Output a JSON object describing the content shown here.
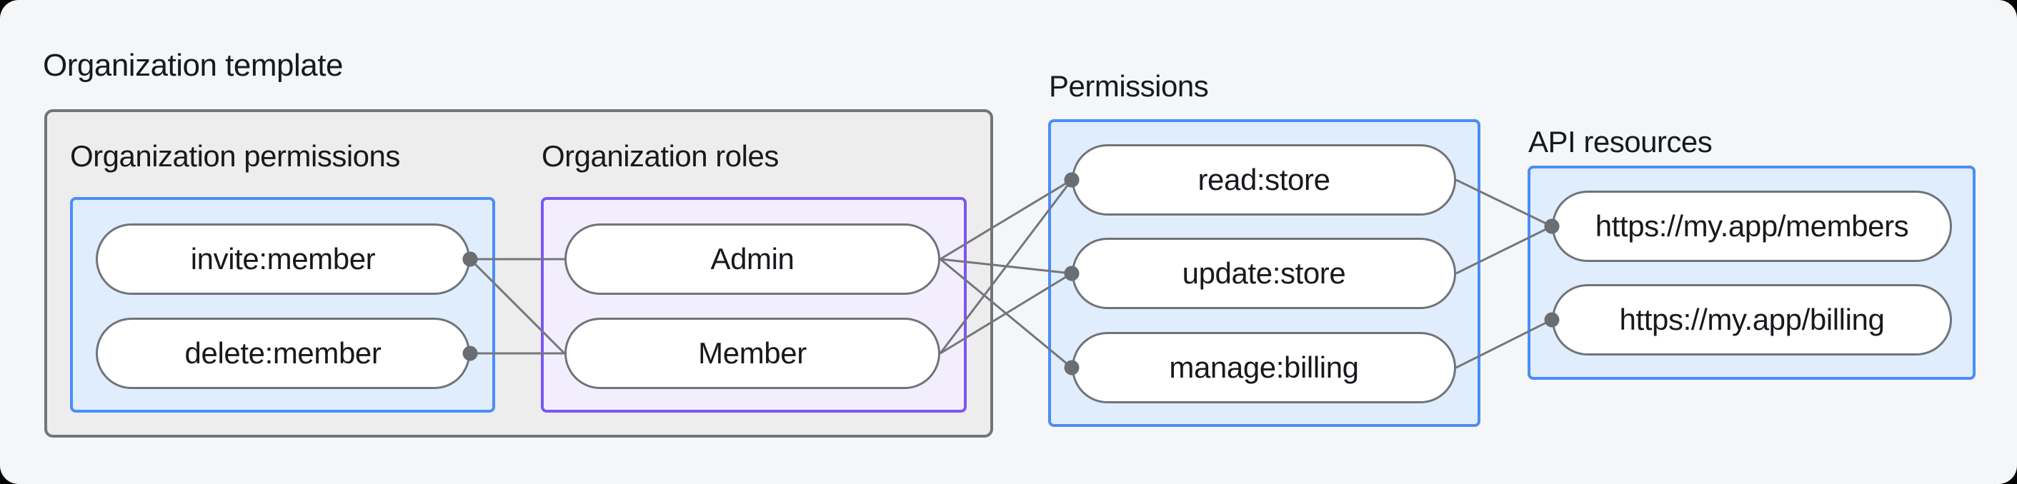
{
  "title": "Organization template",
  "colors": {
    "canvas_bg": "#f5f6f7",
    "outer_box_bg": "#ededed",
    "outer_box_border": "#717578",
    "blue_box_bg": "#e0edfd",
    "blue_box_border": "#4a8df8",
    "purple_box_bg": "#f3eefd",
    "purple_box_border": "#7a57f2",
    "pill_bg": "#ffffff",
    "pill_border": "#707478",
    "wire": "#74777a",
    "dot": "#6a6e72",
    "text": "#17191d"
  },
  "groups": {
    "org_permissions": {
      "label": "Organization permissions",
      "nodes": [
        {
          "id": "invite-member",
          "label": "invite:member"
        },
        {
          "id": "delete-member",
          "label": "delete:member"
        }
      ]
    },
    "org_roles": {
      "label": "Organization roles",
      "nodes": [
        {
          "id": "admin",
          "label": "Admin"
        },
        {
          "id": "member",
          "label": "Member"
        }
      ]
    },
    "permissions": {
      "label": "Permissions",
      "nodes": [
        {
          "id": "read-store",
          "label": "read:store"
        },
        {
          "id": "update-store",
          "label": "update:store"
        },
        {
          "id": "manage-billing",
          "label": "manage:billing"
        }
      ]
    },
    "api_resources": {
      "label": "API resources",
      "nodes": [
        {
          "id": "members-api",
          "label": "https://my.app/members"
        },
        {
          "id": "billing-api",
          "label": "https://my.app/billing"
        }
      ]
    }
  },
  "connections": [
    {
      "from": "invite-member",
      "to": "admin",
      "dot": "from"
    },
    {
      "from": "invite-member",
      "to": "member",
      "dot": "from"
    },
    {
      "from": "delete-member",
      "to": "member",
      "dot": "from"
    },
    {
      "from": "admin",
      "to": "read-store",
      "dot": "to"
    },
    {
      "from": "admin",
      "to": "update-store",
      "dot": "to"
    },
    {
      "from": "admin",
      "to": "manage-billing",
      "dot": "to"
    },
    {
      "from": "member",
      "to": "read-store",
      "dot": "to"
    },
    {
      "from": "member",
      "to": "update-store",
      "dot": "to"
    },
    {
      "from": "read-store",
      "to": "members-api",
      "dot": "to"
    },
    {
      "from": "update-store",
      "to": "members-api",
      "dot": "to"
    },
    {
      "from": "manage-billing",
      "to": "billing-api",
      "dot": "to"
    }
  ]
}
